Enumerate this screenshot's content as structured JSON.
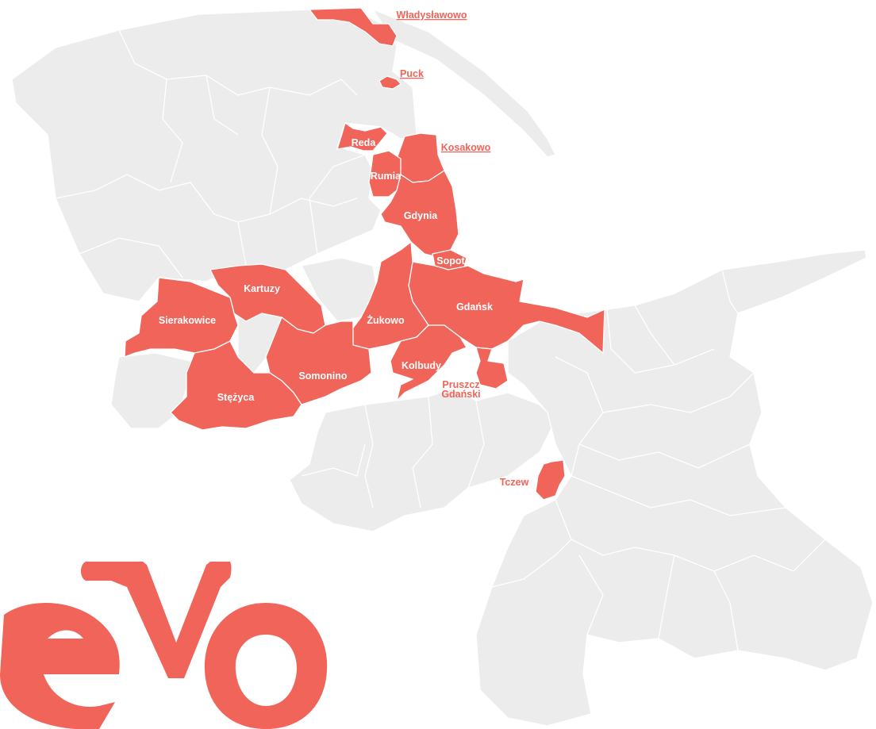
{
  "colors": {
    "active": "#f0645a",
    "inactive": "#ececec",
    "background": "#ffffff",
    "border": "#ffffff"
  },
  "logo": {
    "text": "eVo"
  },
  "labels": {
    "wladyslawowo": "Władysławowo",
    "puck": "Puck",
    "kosakowo": "Kosakowo",
    "reda": "Reda",
    "rumia": "Rumia",
    "gdynia": "Gdynia",
    "sopot": "Sopot",
    "kartuzy": "Kartuzy",
    "sierakowice": "Sierakowice",
    "zukowo": "Żukowo",
    "gdansk": "Gdańsk",
    "kolbudy": "Kolbudy",
    "pruszcz_line1": "Pruszcz",
    "pruszcz_line2": "Gdański",
    "somonino": "Somonino",
    "stezyca": "Stężyca",
    "tczew": "Tczew"
  }
}
